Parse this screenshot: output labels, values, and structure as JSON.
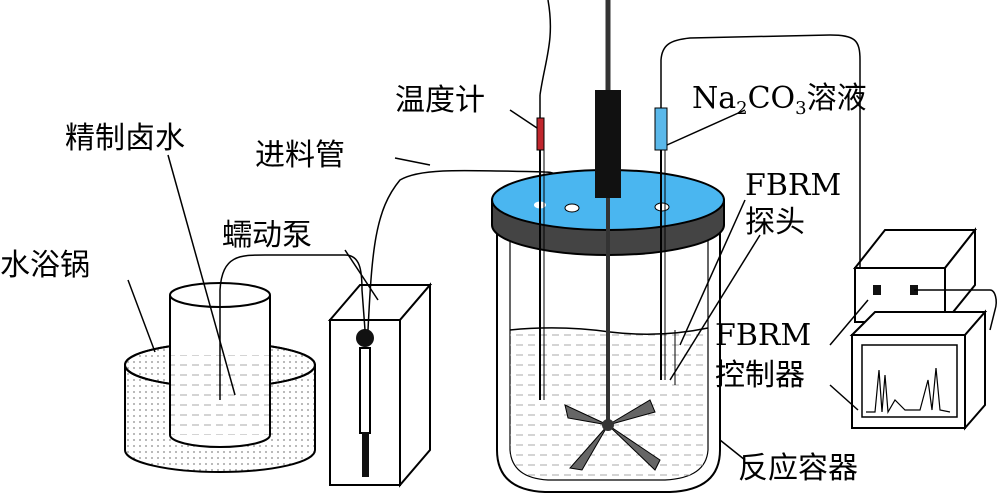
{
  "labels": {
    "brine": "精制卤水",
    "water_bath": "水浴锅",
    "pump": "蠕动泵",
    "feed_tube": "进料管",
    "thermometer": "温度计",
    "na2co3_prefix": "Na",
    "na2co3_sub1": "2",
    "na2co3_mid": "CO",
    "na2co3_sub2": "3",
    "na2co3_suffix": "溶液",
    "fbrm_probe_line1": "FBRM",
    "fbrm_probe_line2": "探头",
    "fbrm_controller_line1": "FBRM",
    "fbrm_controller_line2": "控制器",
    "reactor": "反应容器"
  },
  "colors": {
    "lid_blue": "#4ab6f0",
    "probe_blue": "#5ab8ea",
    "thermometer_red": "#c0262d",
    "stirrer_black": "#111111",
    "pump_gray": "#2b2b2b"
  },
  "icons": {
    "pump_head": "circle-pump-icon",
    "stirrer": "impeller-icon",
    "monitor_trace": "signal-trace-icon"
  }
}
